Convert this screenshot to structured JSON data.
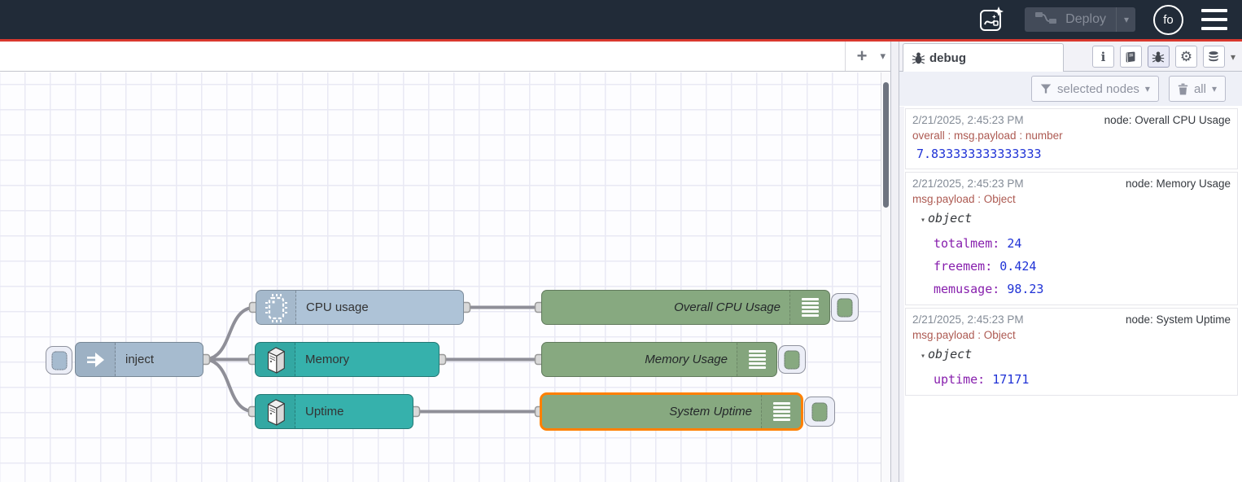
{
  "header": {
    "deploy_label": "Deploy",
    "avatar_initials": "fo"
  },
  "icons": {
    "add": "+",
    "chevron_down": "▾",
    "caret_down": "▾",
    "gear": "⚙",
    "info": "i"
  },
  "colors": {
    "header_bg": "#212b38",
    "header_line": "#d9382e",
    "node_inject": "#a6bbcf",
    "node_cpu": "#aec3d7",
    "node_os": "#36b1ac",
    "node_debug": "#87a980",
    "selection_border": "#ff8000",
    "wire": "#8f8f98",
    "debug_value_blue": "#2033d6",
    "debug_key_purple": "#871fad",
    "debug_meta_red": "#ad5a52"
  },
  "flow": {
    "nodes": [
      {
        "label": "inject"
      },
      {
        "label": "CPU usage"
      },
      {
        "label": "Memory"
      },
      {
        "label": "Uptime"
      },
      {
        "label": "Overall CPU Usage"
      },
      {
        "label": "Memory Usage"
      },
      {
        "label": "System Uptime",
        "selected": true
      }
    ]
  },
  "sidebar": {
    "tab_label": "debug",
    "filter_label": "selected nodes",
    "clear_label": "all",
    "messages": [
      {
        "timestamp": "2/21/2025, 2:45:23 PM",
        "node": "node: Overall CPU Usage",
        "meta": "overall : msg.payload : number",
        "value": "7.833333333333333"
      },
      {
        "timestamp": "2/21/2025, 2:45:23 PM",
        "node": "node: Memory Usage",
        "meta": "msg.payload : Object",
        "object_label": "object",
        "properties": [
          {
            "key": "totalmem:",
            "value": "24"
          },
          {
            "key": "freemem:",
            "value": "0.424"
          },
          {
            "key": "memusage:",
            "value": "98.23"
          }
        ]
      },
      {
        "timestamp": "2/21/2025, 2:45:23 PM",
        "node": "node: System Uptime",
        "meta": "msg.payload : Object",
        "object_label": "object",
        "properties": [
          {
            "key": "uptime:",
            "value": "17171"
          }
        ]
      }
    ]
  }
}
